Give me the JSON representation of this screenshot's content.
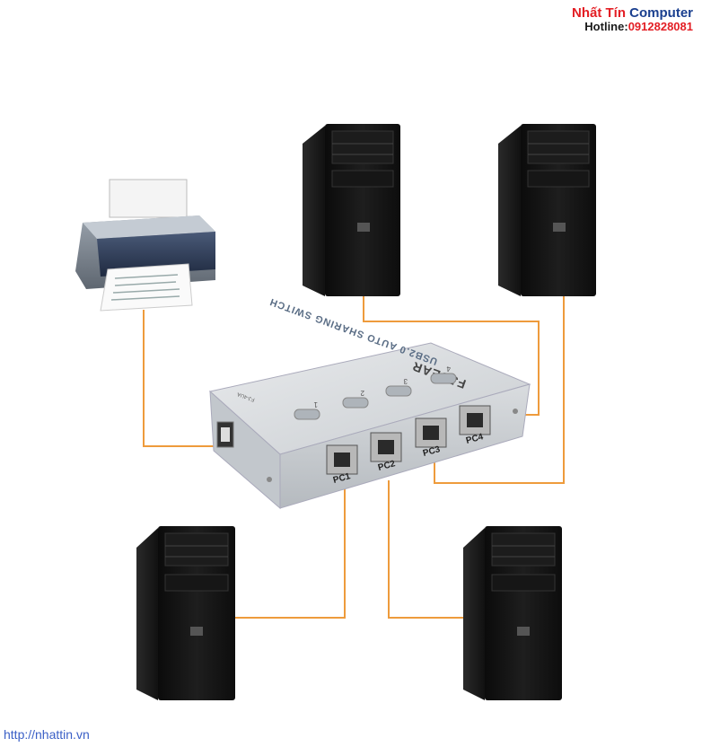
{
  "header": {
    "brand_part1": "Nhất Tín",
    "brand_part2": " Computer",
    "hotline_label": "Hotline:",
    "hotline_number": "0912828081"
  },
  "footer": {
    "url": "http://nhattin.vn"
  },
  "switch": {
    "brand": "FJGEAR",
    "title": "USB2.0 AUTO SHARING SWITCH",
    "model": "FJ-4UA",
    "buttons": [
      "1",
      "2",
      "3",
      "4"
    ],
    "ports": [
      "PC1",
      "PC2",
      "PC3",
      "PC4"
    ]
  },
  "colors": {
    "wire": "#ee9b3c",
    "brand_red": "#e31e24",
    "brand_blue": "#1a3f8f",
    "url_blue": "#3a5fc6"
  }
}
